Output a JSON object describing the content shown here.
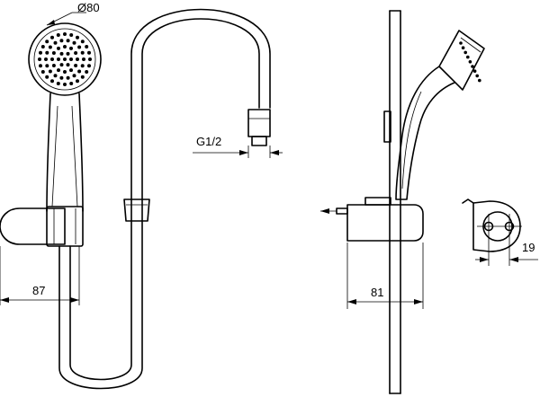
{
  "dimensions": {
    "head_diameter": "Ø80",
    "thread": "G1/2",
    "holder_offset_front": "87",
    "holder_offset_side": "81",
    "rail_width": "19"
  }
}
